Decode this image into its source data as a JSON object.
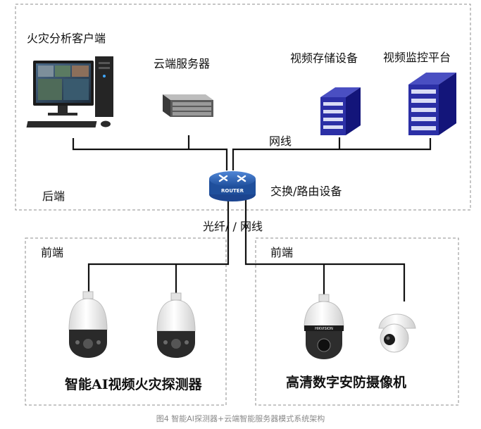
{
  "zones": {
    "backend_label": "后端",
    "frontend_left_label": "前端",
    "frontend_right_label": "前端"
  },
  "devices": {
    "fire_client": "火灾分析客户端",
    "cloud_server": "云端服务器",
    "video_storage": "视频存储设备",
    "video_monitor": "视频监控平台",
    "router_device": "交换/路由设备",
    "router_badge": "ROUTER"
  },
  "links": {
    "net_cable_top": "网线",
    "fiber_link": "光纤/ / 网线"
  },
  "groups": {
    "ai_detectors": "智能AI视频火灾探测器",
    "hd_cameras": "高清数字安防摄像机"
  },
  "camera_brand": "HIKVISION",
  "caption": "图4 智能AI探测器+云端智能服务器模式系统架构"
}
